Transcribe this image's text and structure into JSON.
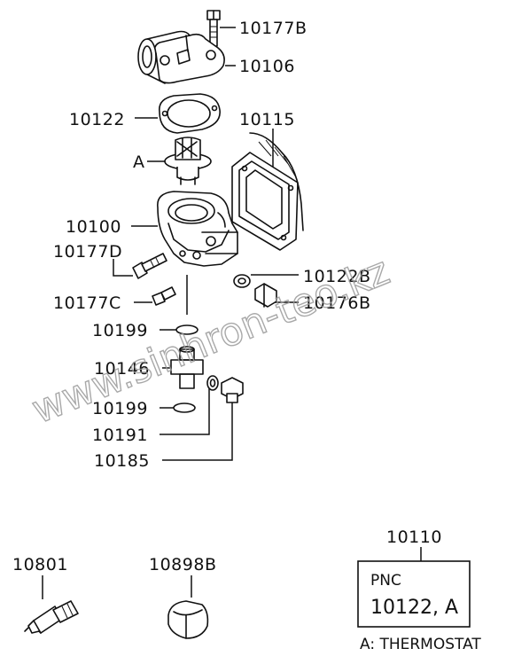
{
  "labels": {
    "p10177B": "10177B",
    "p10106": "10106",
    "p10122": "10122",
    "p10115": "10115",
    "pA": "A",
    "p10100": "10100",
    "p10177D": "10177D",
    "p10122B": "10122B",
    "p10177C": "10177C",
    "p10176B": "10176B",
    "p10199a": "10199",
    "p10146": "10146",
    "p10199b": "10199",
    "p10191": "10191",
    "p10185": "10185",
    "p10801": "10801",
    "p10898B": "10898B",
    "p10110": "10110"
  },
  "info_box": {
    "header": "PNC",
    "value": "10122, A"
  },
  "legend": "A: THERMOSTAT",
  "watermark": "www.sinhron-teo.kz"
}
